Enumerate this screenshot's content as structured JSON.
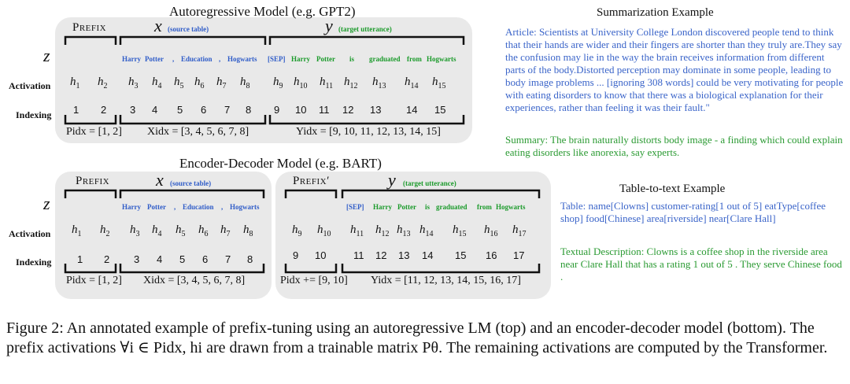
{
  "top": {
    "title": "Autoregressive  Model  (e.g. GPT2)",
    "prefix_label": "Prefix",
    "x_var": "x",
    "x_tag": "(source table)",
    "y_var": "y",
    "y_tag": "(target utterance)",
    "z_label": "z",
    "tokens_x": [
      "Harry",
      "Potter",
      ",",
      "Education",
      ",",
      "Hogwarts"
    ],
    "tokens_y": [
      "[SEP]",
      "Harry",
      "Potter",
      "is",
      "graduated",
      "from",
      "Hogwarts"
    ],
    "activation_label": "Activation",
    "activations": [
      "h1",
      "h2",
      "h3",
      "h4",
      "h5",
      "h6",
      "h7",
      "h8",
      "h9",
      "h10",
      "h11",
      "h12",
      "h13",
      "h14",
      "h15"
    ],
    "indexing_label": "Indexing",
    "indices": [
      "1",
      "2",
      "3",
      "4",
      "5",
      "6",
      "7",
      "8",
      "9",
      "10",
      "11",
      "12",
      "13",
      "14",
      "15"
    ],
    "p_idx": "Pidx = [1, 2]",
    "x_idx": "Xidx = [3, 4, 5, 6, 7, 8]",
    "y_idx": "Yidx = [9, 10, 11, 12, 13, 14, 15]"
  },
  "bottom": {
    "title": "Encoder-Decoder Model  (e.g. BART)",
    "prefix_label": "Prefix",
    "prefix2_label": "Prefix′",
    "x_var": "x",
    "x_tag": "(source table)",
    "y_var": "y",
    "y_tag": "(target utterance)",
    "z_label": "z",
    "tokens_x": [
      "Harry",
      "Potter",
      ",",
      "Education",
      ",",
      "Hogwarts"
    ],
    "tokens_y": [
      "[SEP]",
      "Harry",
      "Potter",
      "is",
      "graduated",
      "from",
      "Hogwarts"
    ],
    "activation_label": "Activation",
    "activations_enc": [
      "h1",
      "h2",
      "h3",
      "h4",
      "h5",
      "h6",
      "h7",
      "h8"
    ],
    "activations_dec": [
      "h9",
      "h10",
      "h11",
      "h12",
      "h13",
      "h14",
      "h15",
      "h16",
      "h17"
    ],
    "indexing_label": "Indexing",
    "indices_enc": [
      "1",
      "2",
      "3",
      "4",
      "5",
      "6",
      "7",
      "8"
    ],
    "indices_dec": [
      "9",
      "10",
      "11",
      "12",
      "13",
      "14",
      "15",
      "16",
      "17"
    ],
    "p_idx": "Pidx = [1, 2]",
    "x_idx": "Xidx = [3, 4, 5, 6, 7, 8]",
    "p_idx2": "Pidx += [9, 10]",
    "y_idx": "Yidx = [11, 12, 13, 14, 15, 16, 17]"
  },
  "summarization": {
    "title": "Summarization Example",
    "article": "Article: Scientists at University College London discovered people tend to think that their hands are wider and their fingers are shorter than they truly are.They say the confusion may lie in the way the brain receives information from different parts of the body.Distorted perception may dominate in some people, leading to body image problems ... [ignoring 308 words] could be very motivating for people with eating disorders to know that there was a biological explanation for their experiences, rather than feeling it was their fault.\"",
    "summary": "Summary: The brain naturally distorts body image - a finding which could explain eating disorders like anorexia, say experts."
  },
  "table_to_text": {
    "title": "Table-to-text Example",
    "table": "Table:  name[Clowns] customer-rating[1 out of 5]  eatType[coffee shop] food[Chinese] area[riverside] near[Clare Hall]",
    "description": "Textual Description: Clowns is a coffee shop in the riverside area near Clare Hall that has a rating 1 out of 5 . They serve Chinese food ."
  },
  "caption": "Figure 2:  An annotated example of prefix-tuning using an autoregressive LM (top) and an encoder-decoder model (bottom). The prefix activations ∀i ∈ Pidx, hi are drawn from a trainable matrix Pθ. The remaining activations are computed by the Transformer.",
  "colors": {
    "panel": "#e9e9e9",
    "blue": "#2f5cc8",
    "green": "#1a9a2a"
  }
}
